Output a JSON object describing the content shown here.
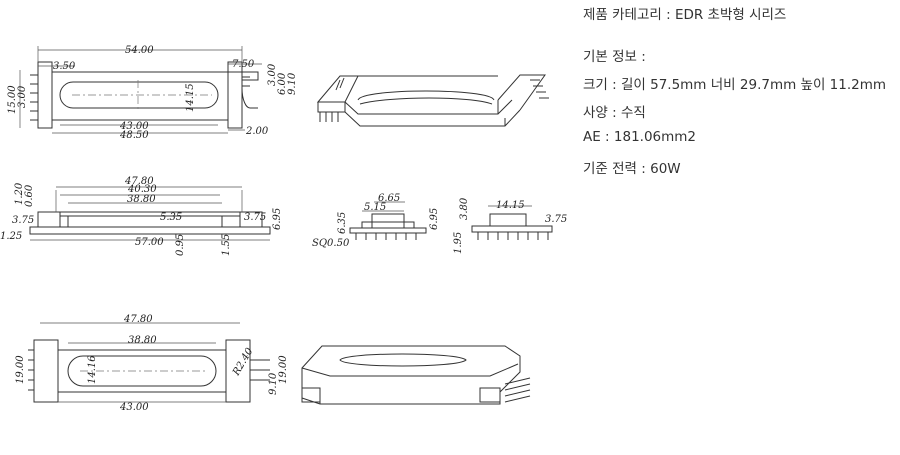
{
  "info": {
    "category": "제품 카테고리 : EDR 초박형 시리즈",
    "basic_info": "기본 정보 :",
    "size": "크기 : 길이 57.5mm 너비 29.7mm 높이 11.2mm",
    "spec": "사양 : 수직",
    "ae": "AE : 181.06mm2",
    "power": "기준 전력 : 60W"
  },
  "dims": {
    "top_view": {
      "d54": "54.00",
      "d350": "3.50",
      "d750": "7.50",
      "d300a": "3.00",
      "d600": "6.00",
      "d910": "9.10",
      "d1500": "15.00",
      "d300b": "3.00",
      "d1415": "14.15",
      "d4300": "43.00",
      "d4850": "48.50",
      "d200": "2.00"
    },
    "front_view": {
      "d4780": "47.80",
      "d4030": "40.30",
      "d3880": "38.80",
      "d120": "1.20",
      "d060": "0.60",
      "d375l": "3.75",
      "d125": "1.25",
      "d535": "5.35",
      "d375r": "3.75",
      "d695": "6.95",
      "d5700": "57.00",
      "d095": "0.95",
      "d155": "1.55"
    },
    "side_view_1": {
      "d665": "6.65",
      "d515": "5.15",
      "d635": "6.35",
      "d695": "6.95",
      "sq": "SQ0.50"
    },
    "side_view_2": {
      "d1415": "14.15",
      "d380": "3.80",
      "d375": "3.75",
      "d195": "1.95"
    },
    "bottom_view": {
      "d4780": "47.80",
      "d3880": "38.80",
      "d1900l": "19.00",
      "d1416": "14.16",
      "r240": "R2.40",
      "d910": "9.10",
      "d1900r": "19.00",
      "d4300": "43.00"
    }
  }
}
